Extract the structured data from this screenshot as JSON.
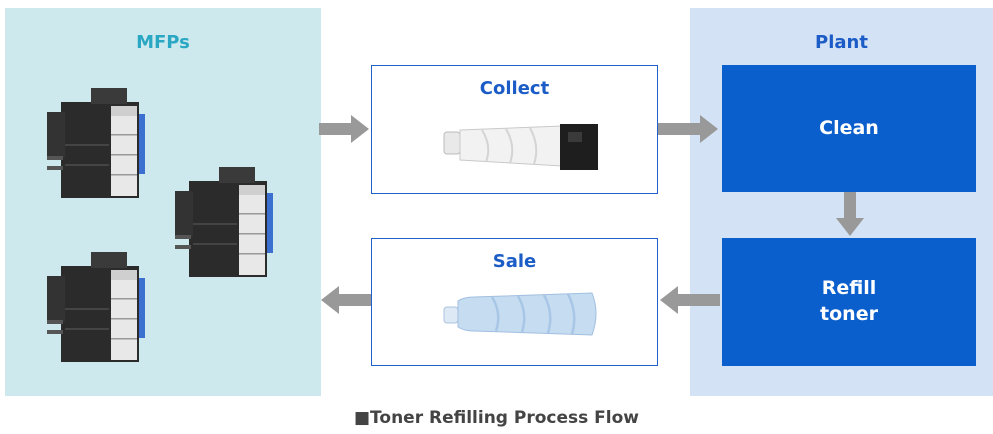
{
  "panels": {
    "mfps_title": "MFPs",
    "plant_title": "Plant"
  },
  "steps": {
    "collect": "Collect",
    "sale": "Sale",
    "clean": "Clean",
    "refill_line1": "Refill",
    "refill_line2": "toner"
  },
  "caption": "■Toner Refilling Process Flow",
  "colors": {
    "mfps_bg": "#cde9ee",
    "plant_bg": "#d3e2f4",
    "accent_blue": "#0b5fcc",
    "arrow_gray": "#999999"
  },
  "icons": [
    "printer-icon",
    "toner-bottle-icon",
    "arrow-right-icon",
    "arrow-left-icon",
    "arrow-down-icon"
  ]
}
